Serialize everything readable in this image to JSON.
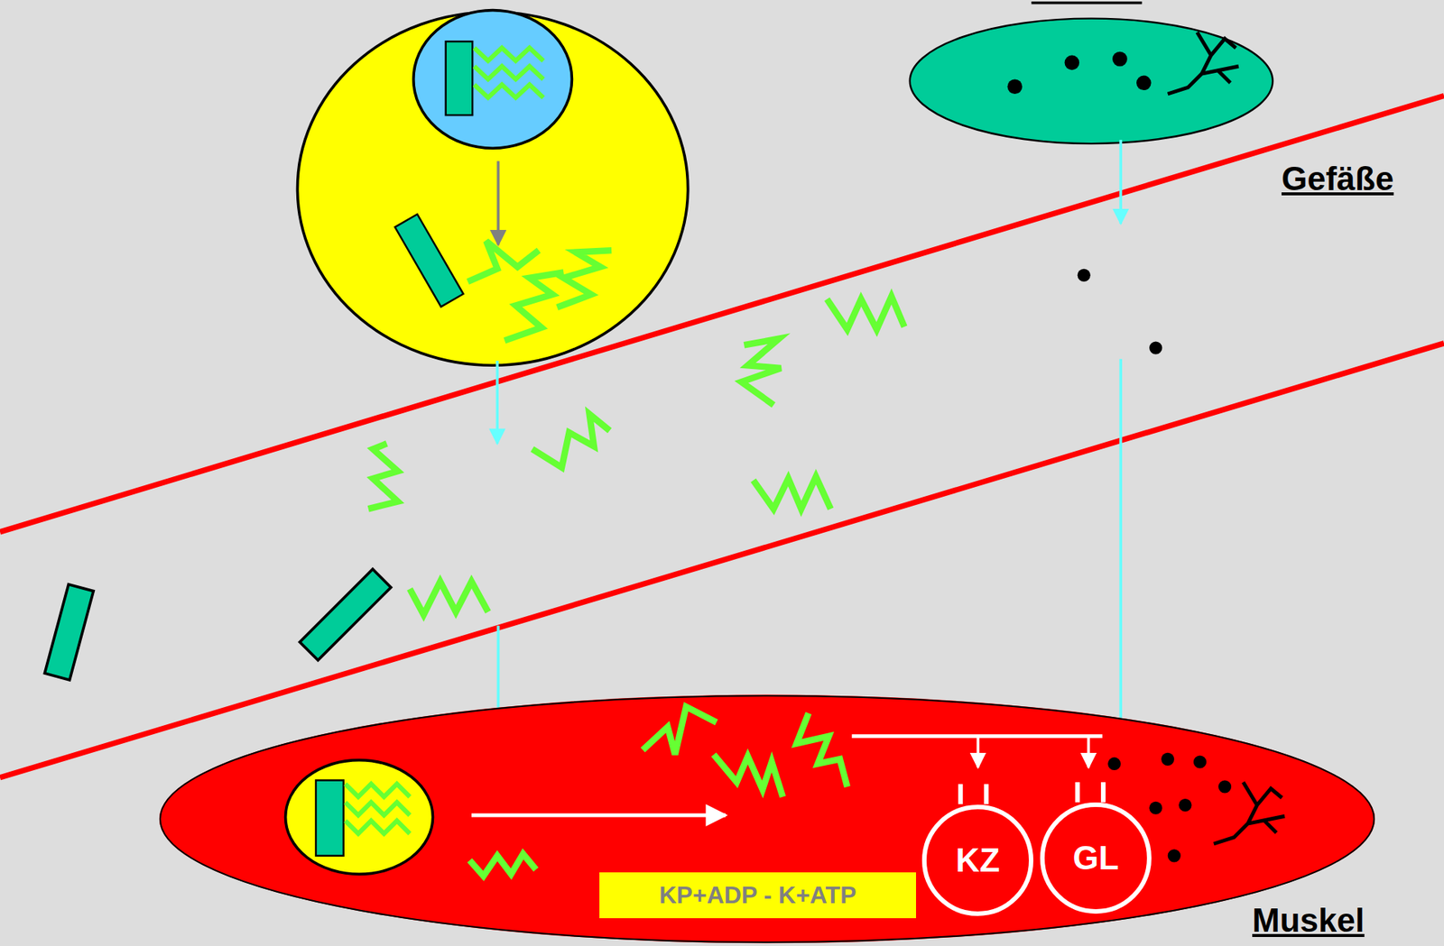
{
  "diagram": {
    "nodes": [
      {
        "text": [
          "Muskel"
        ]
      },
      {
        "text": [
          "KZ"
        ],
        "in": 0
      },
      {
        "text": [
          "GL"
        ],
        "in": 0
      },
      {
        "text": [
          "KP+ADP - K+ATP"
        ],
        "in": 0
      }
    ],
    "labels": [
      "Gefäße"
    ]
  }
}
